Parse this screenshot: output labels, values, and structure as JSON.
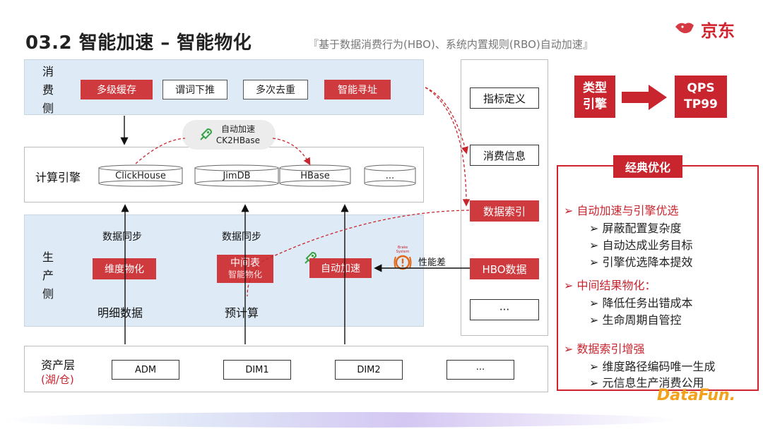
{
  "header": {
    "title": "03.2  智能加速 – 智能物化",
    "subtitle": "『基于数据消费行为(HBO)、系统内置规则(RBO)自动加速』",
    "logo_text": "京东"
  },
  "consume_layer": {
    "label_lines": [
      "消",
      "费",
      "侧"
    ],
    "tags": [
      {
        "text": "多级缓存",
        "style": "red"
      },
      {
        "text": "谓词下推",
        "style": "white"
      },
      {
        "text": "多次去重",
        "style": "white"
      },
      {
        "text": "智能寻址",
        "style": "red"
      }
    ]
  },
  "engine_layer": {
    "label": "计算引擎",
    "engines": [
      "ClickHouse",
      "JimDB",
      "HBase",
      "..."
    ],
    "accelerate_bubble": {
      "line1": "自动加速",
      "line2": "CK2HBase"
    }
  },
  "production_layer": {
    "label_lines": [
      "生",
      "产",
      "侧"
    ],
    "sync_label_1": "数据同步",
    "sync_label_2": "数据同步",
    "dim_materialize": "维度物化",
    "mid_table": {
      "line1": "中间表",
      "line2": "智能物化"
    },
    "auto_accel": "自动加速",
    "detail_data": "明细数据",
    "precompute": "预计算",
    "perf_label": "性能差",
    "warning_caption": "Brake System"
  },
  "asset_layer": {
    "label": "资产层",
    "sublabel": "(湖/仓)",
    "items": [
      "ADM",
      "DIM1",
      "DIM2",
      "···"
    ]
  },
  "side_column": {
    "items": [
      {
        "text": "指标定义",
        "style": "white"
      },
      {
        "text": "消费信息",
        "style": "white"
      },
      {
        "text": "数据索引",
        "style": "red"
      },
      {
        "text": "HBO数据",
        "style": "red"
      },
      {
        "text": "···",
        "style": "white"
      }
    ]
  },
  "type_engine": {
    "left_line1": "类型",
    "left_line2": "引擎",
    "right_line1": "QPS",
    "right_line2": "TP99"
  },
  "classic": {
    "header": "经典优化",
    "sections": [
      {
        "title": "自动加速与引擎优选",
        "items": [
          "屏蔽配置复杂度",
          "自动达成业务目标",
          "引擎优选降本提效"
        ]
      },
      {
        "title": "中间结果物化：",
        "items": [
          "降低任务出错成本",
          "生命周期自管控"
        ]
      },
      {
        "title": "数据索引增强",
        "items": [
          "维度路径编码唯一生成",
          "元信息生产消费公用"
        ]
      }
    ]
  },
  "footer": {
    "brand": "DataFun."
  },
  "colors": {
    "accent_red": "#c9252f",
    "band_blue": "#deeaf5",
    "brand_orange": "#f2a11b"
  }
}
